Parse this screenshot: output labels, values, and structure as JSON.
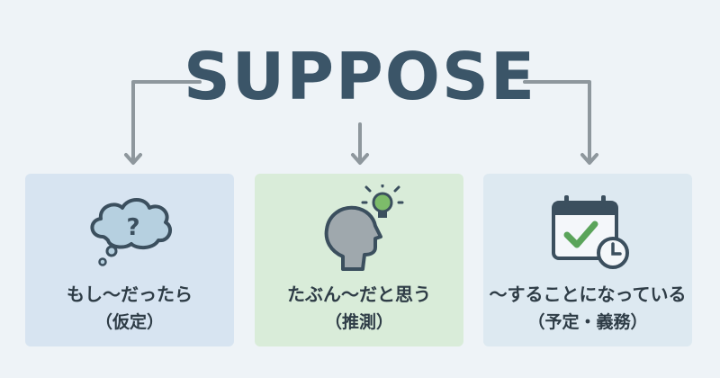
{
  "title": "SUPPOSE",
  "cards": [
    {
      "line1": "もし〜だったら",
      "line2": "（仮定）",
      "icon": "question-cloud-icon",
      "bg": "#d7e4f1"
    },
    {
      "line1": "たぶん〜だと思う",
      "line2": "（推測）",
      "icon": "head-lightbulb-icon",
      "bg": "#d9ecd9"
    },
    {
      "line1": "〜することになっている",
      "line2": "（予定・義務）",
      "icon": "calendar-clock-icon",
      "bg": "#dde9f1"
    }
  ],
  "colors": {
    "title": "#3b5568",
    "arrow": "#8e979d",
    "accent_green": "#5aa45a",
    "icon_dark": "#3b4f5e"
  }
}
